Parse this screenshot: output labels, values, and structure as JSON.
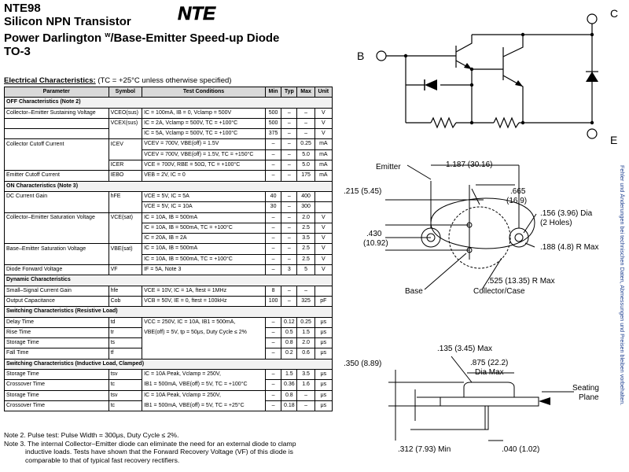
{
  "header": {
    "part": "NTE98",
    "line1": "Silicon NPN Transistor",
    "line2a": "Power Darlington ",
    "line2sup": "w",
    "line2b": "/Base-Emitter Speed-up Diode",
    "line3": "TO-3",
    "logo": "NTE"
  },
  "ec": {
    "title": "Electrical Characteristics:",
    "cond": " (TC = +25°C unless otherwise specified)"
  },
  "table": {
    "headers": [
      "Parameter",
      "Symbol",
      "Test Conditions",
      "Min",
      "Typ",
      "Max",
      "Unit"
    ],
    "sec_off": "OFF Characteristics (Note 2)",
    "r1": [
      "Collector–Emitter Sustaining Voltage",
      "VCEO(sus)",
      "IC = 100mA, IB = 0, Vclamp = 500V",
      "500",
      "–",
      "–",
      "V"
    ],
    "r2": [
      "",
      "VCEX(sus)",
      "IC = 2A, Vclamp = 500V, TC = +100°C",
      "500",
      "–",
      "–",
      "V"
    ],
    "r3": [
      "",
      "",
      "IC = 5A, Vclamp = 500V, TC = +100°C",
      "375",
      "–",
      "–",
      "V"
    ],
    "r4": [
      "Collector Cutoff Current",
      "ICEV",
      "VCEV = 700V, VBE(off) = 1.5V",
      "–",
      "–",
      "0.25",
      "mA"
    ],
    "r5": [
      "",
      "",
      "VCEV = 700V, VBE(off) = 1.5V, TC = +150°C",
      "–",
      "–",
      "5.0",
      "mA"
    ],
    "r6": [
      "",
      "ICER",
      "VCE = 700V, RBE = 50Ω, TC = +100°C",
      "–",
      "–",
      "5.0",
      "mA"
    ],
    "r7": [
      "Emitter Cutoff Current",
      "IEBO",
      "VEB = 2V, IC = 0",
      "–",
      "–",
      "175",
      "mA"
    ],
    "sec_on": "ON Characteristics (Note 3)",
    "r8": [
      "DC Current Gain",
      "hFE",
      "VCE = 5V, IC = 5A",
      "40",
      "–",
      "400",
      ""
    ],
    "r9": [
      "",
      "",
      "VCE = 5V, IC = 10A",
      "30",
      "–",
      "300",
      ""
    ],
    "r10": [
      "Collector–Emitter Saturation Voltage",
      "VCE(sat)",
      "IC = 10A, IB = 500mA",
      "–",
      "–",
      "2.0",
      "V"
    ],
    "r11": [
      "",
      "",
      "IC = 10A, IB = 500mA, TC = +100°C",
      "–",
      "–",
      "2.5",
      "V"
    ],
    "r12": [
      "",
      "",
      "IC = 20A, IB = 2A",
      "–",
      "–",
      "3.5",
      "V"
    ],
    "r13": [
      "Base–Emitter Saturation Voltage",
      "VBE(sat)",
      "IC = 10A, IB = 500mA",
      "–",
      "–",
      "2.5",
      "V"
    ],
    "r14": [
      "",
      "",
      "IC = 10A, IB = 500mA, TC = +100°C",
      "–",
      "–",
      "2.5",
      "V"
    ],
    "r15": [
      "Diode Forward Voltage",
      "VF",
      "IF = 5A, Note 3",
      "–",
      "3",
      "5",
      "V"
    ],
    "sec_dyn": "Dynamic Characteristics",
    "r16": [
      "Small–Signal Current Gain",
      "hfe",
      "VCE = 10V, IC = 1A, ftest = 1MHz",
      "8",
      "–",
      "–",
      ""
    ],
    "r17": [
      "Output Capacitance",
      "Cob",
      "VCB = 50V, IE = 0, ftest = 100kHz",
      "100",
      "–",
      "325",
      "pF"
    ],
    "sec_sw": "Switching Characteristics (Resistive Load)",
    "sw_cond1": "VCC = 250V, IC = 10A, IB1 = 500mA,",
    "sw_cond2": "VBE(off) = 5V, tp = 50μs, Duty Cycle ≤ 2%",
    "r18": [
      "Delay Time",
      "td",
      "",
      "–",
      "0.12",
      "0.25",
      "μs"
    ],
    "r19": [
      "Rise Time",
      "tr",
      "",
      "–",
      "0.5",
      "1.5",
      "μs"
    ],
    "r20": [
      "Storage Time",
      "ts",
      "",
      "–",
      "0.8",
      "2.0",
      "μs"
    ],
    "r21": [
      "Fall Time",
      "tf",
      "",
      "–",
      "0.2",
      "0.6",
      "μs"
    ],
    "sec_ind": "Switching Characteristics (Inductive Load, Clamped)",
    "ind1_c1": "IC = 10A Peak, Vclamp = 250V,",
    "ind1_c2": "IB1 = 500mA, VBE(off) = 5V, TC = +100°C",
    "r22": [
      "Storage Time",
      "tsv",
      "",
      "–",
      "1.5",
      "3.5",
      "μs"
    ],
    "r23": [
      "Crossover Time",
      "tc",
      "",
      "–",
      "0.36",
      "1.6",
      "μs"
    ],
    "ind2_c1": "IC = 10A Peak, Vclamp = 250V,",
    "ind2_c2": "IB1 = 500mA, VBE(off) = 5V, TC = +25°C",
    "r24": [
      "Storage Time",
      "tsv",
      "",
      "–",
      "0.8",
      "–",
      "μs"
    ],
    "r25": [
      "Crossover Time",
      "tc",
      "",
      "–",
      "0.18",
      "–",
      "μs"
    ]
  },
  "notes": {
    "n2": "Note  2. Pulse test:  Pulse Width = 300μs, Duty Cycle ≤ 2%.",
    "n3a": "Note  3. The internal Collector–Emitter diode can eliminate the need for an external diode to clamp",
    "n3b": "inductive loads.  Tests have shown that the Forward Recovery Voltage (VF) of this diode is",
    "n3c": "comparable to that of typical fast recovery rectifiers."
  },
  "schematic": {
    "b": "B",
    "c": "C",
    "e": "E"
  },
  "pkg": {
    "emitter": "Emitter",
    "d1": "1.187 (30.16)",
    "d2": ".215 (5.45)",
    "d3a": ".665",
    "d3b": "(16.9)",
    "d4a": ".156 (3.96) Dia",
    "d4b": "(2 Holes)",
    "d5a": ".430",
    "d5b": "(10.92)",
    "d6": ".188 (4.8) R Max",
    "d7": ".525 (13.35) R Max",
    "base": "Base",
    "cc": "Collector/Case",
    "s1": ".135 (3.45) Max",
    "s2": ".350 (8.89)",
    "s3a": ".875 (22.2)",
    "s3b": "Dia Max",
    "seat1": "Seating",
    "seat2": "Plane",
    "s4": ".312 (7.93) Min",
    "s5": ".040 (1.02)"
  },
  "side_text": "Fehler und Änderungen bei technischen Daten, Abmessungen und Preisen bleiben vorbehalten.",
  "colors": {
    "text": "#000000",
    "header_fill": "#d9d9d9",
    "side_text": "#1a3c8e"
  }
}
